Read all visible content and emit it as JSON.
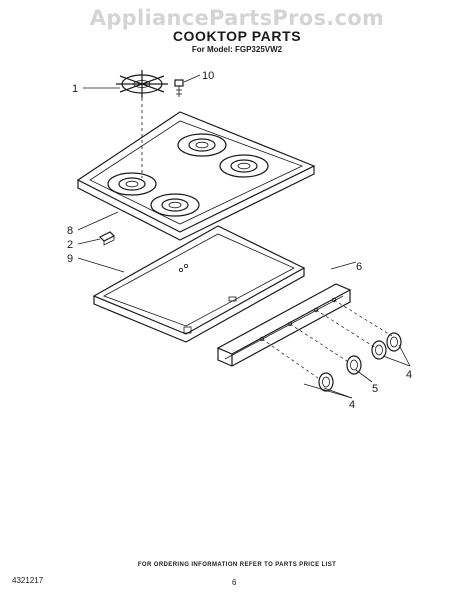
{
  "watermark": "AppliancePartsPros.com",
  "title": "COOKTOP PARTS",
  "subtitle": "For Model: FGP325VW2",
  "footer_note": "FOR ORDERING INFORMATION REFER TO PARTS PRICE LIST",
  "document_number": "4321217",
  "page_number": "6",
  "callouts": [
    "1",
    "10",
    "8",
    "2",
    "9",
    "6",
    "4",
    "5",
    "4"
  ]
}
